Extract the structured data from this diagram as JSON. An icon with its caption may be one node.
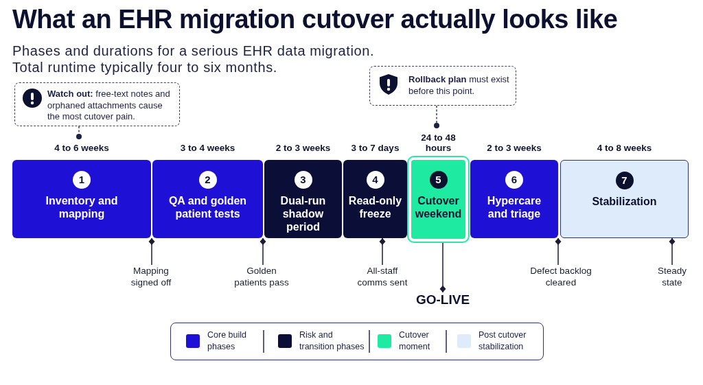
{
  "diagram": {
    "title": "What an EHR migration cutover actually looks like",
    "nodes": [
      {
        "text": [
          "**Watch out:** free-text notes and orphaned attachments cause the most cutover pain."
        ]
      },
      {
        "text": [
          "**Rollback plan** must exist before this point."
        ]
      },
      {
        "text": [
          "1",
          "Inventory and mapping"
        ],
        "beside": [
          "4 to 6 weeks"
        ]
      },
      {
        "text": [
          "2",
          "QA and golden patient tests"
        ],
        "beside": [
          "3 to 4 weeks"
        ]
      },
      {
        "text": [
          "3",
          "Dual-run shadow period"
        ],
        "beside": [
          "2 to 3 weeks"
        ]
      },
      {
        "text": [
          "4",
          "Read-only freeze"
        ],
        "beside": [
          "3 to 7 days"
        ]
      },
      {
        "text": [
          "5",
          "Cutover weekend"
        ],
        "beside": [
          "24 to 48 hours"
        ]
      },
      {
        "text": [
          "6",
          "Hypercare and triage"
        ],
        "beside": [
          "2 to 3 weeks"
        ]
      },
      {
        "text": [
          "7",
          "Stabilization"
        ],
        "beside": [
          "4 to 8 weeks"
        ]
      },
      {
        "text": [
          "Mapping signed off"
        ]
      },
      {
        "text": [
          "Golden patients pass"
        ]
      },
      {
        "text": [
          "All-staff comms sent"
        ]
      },
      {
        "text": [
          "GO-LIVE"
        ]
      },
      {
        "text": [
          "Defect backlog cleared"
        ]
      },
      {
        "text": [
          "Steady state"
        ]
      }
    ],
    "edges": [
      {
        "from": 0,
        "to": null,
        "arrow": "other",
        "style": "dashed"
      },
      {
        "from": 1,
        "to": 6,
        "arrow": "other",
        "style": "dashed"
      },
      {
        "from": 9,
        "to": 3,
        "arrow": "other"
      },
      {
        "from": 10,
        "to": 4,
        "arrow": "other"
      },
      {
        "from": 11,
        "to": 5,
        "arrow": "other"
      },
      {
        "from": 6,
        "to": 12,
        "arrow": "other"
      },
      {
        "from": 13,
        "to": 7,
        "arrow": "other"
      },
      {
        "from": 14,
        "to": 8,
        "arrow": "other"
      }
    ],
    "labels": [
      "Phases and durations for a serious EHR data migration.",
      "Total runtime typically four to six months."
    ],
    "legend": [
      {
        "text": "Core build phases",
        "color": "#1f10d6"
      },
      {
        "text": "Risk and transition phases",
        "color": "#0b0f38"
      },
      {
        "text": "Cutover moment",
        "color": "#1eeaa2"
      },
      {
        "text": "Post cutover stabilization",
        "color": "#deebfa"
      }
    ]
  }
}
